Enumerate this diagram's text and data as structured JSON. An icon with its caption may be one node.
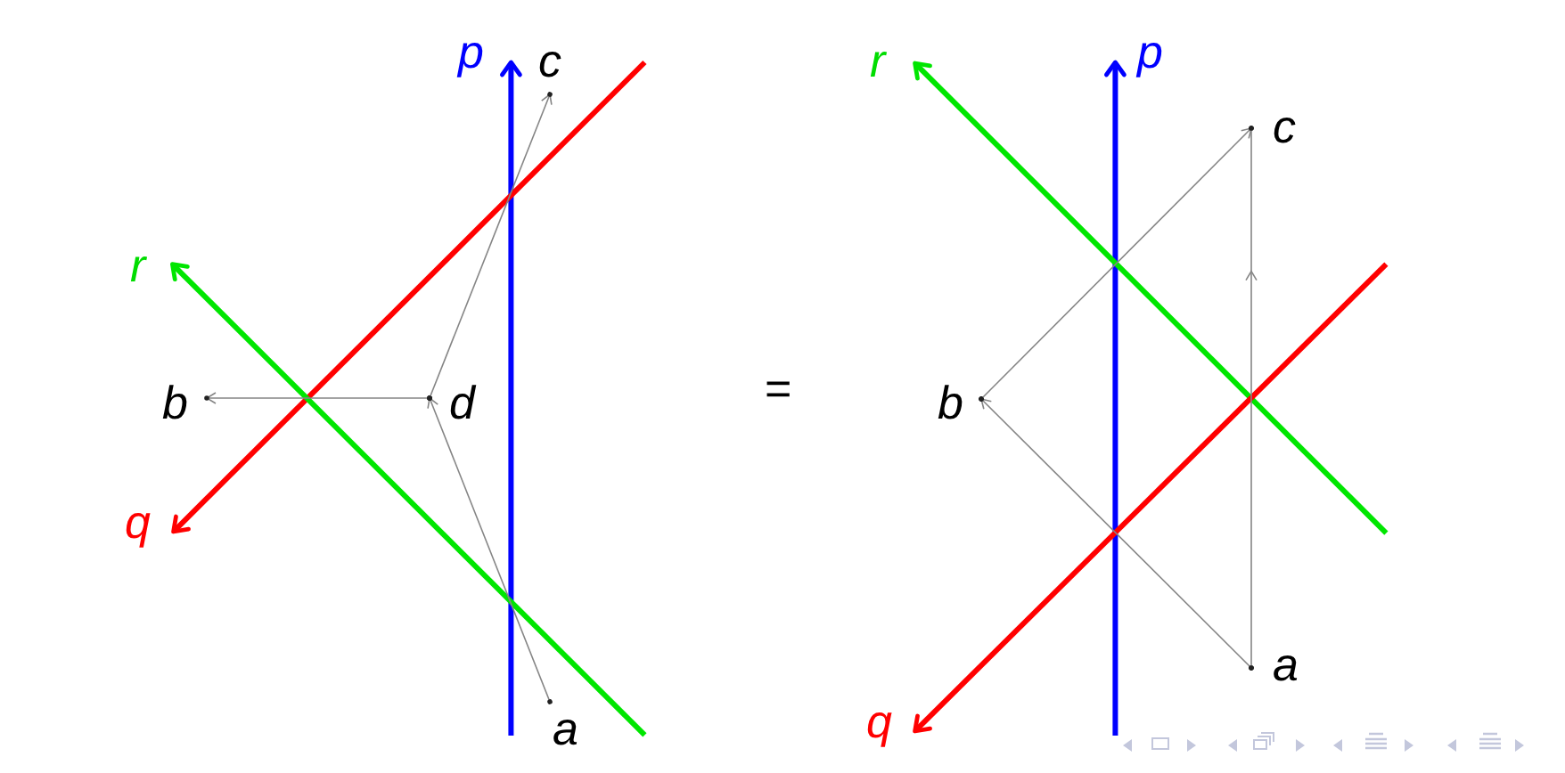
{
  "diagram": {
    "nodes": [
      {
        "text": [
          "c"
        ]
      },
      {
        "text": [
          "b"
        ]
      },
      {
        "text": [
          "d"
        ]
      },
      {
        "text": [
          "a"
        ]
      },
      {
        "text": [
          "c"
        ]
      },
      {
        "text": [
          "b"
        ]
      },
      {
        "text": [
          "a"
        ]
      }
    ],
    "edges": [
      {
        "from": 3,
        "to": 2,
        "arrow": "to"
      },
      {
        "from": 2,
        "to": 1,
        "arrow": "to"
      },
      {
        "from": 2,
        "to": 0,
        "arrow": "to"
      },
      {
        "from": 6,
        "to": 5,
        "arrow": "to"
      },
      {
        "from": 5,
        "to": 4,
        "arrow": "to"
      },
      {
        "from": 6,
        "to": 4,
        "arrow": "to"
      }
    ],
    "labels": [
      "p",
      "r",
      "q",
      "=",
      "r",
      "p",
      "q"
    ]
  }
}
